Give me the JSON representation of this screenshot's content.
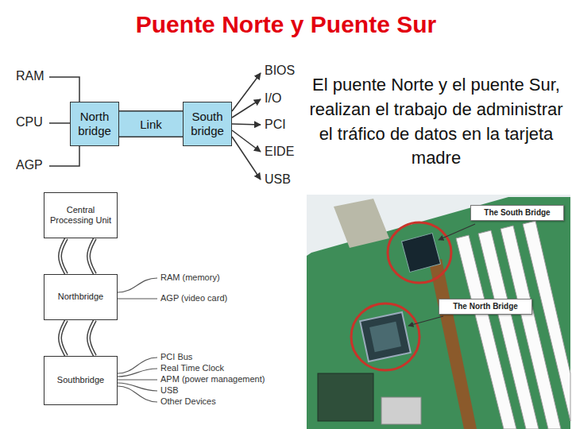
{
  "diagram": {
    "title": "Puente Norte y Puente Sur",
    "nodes": [
      {
        "text": [
          "North bridge"
        ]
      },
      {
        "text": [
          "South bridge"
        ]
      },
      {
        "text": [
          "Central Processing Unit"
        ]
      },
      {
        "text": [
          "Northbridge"
        ]
      },
      {
        "text": [
          "Southbridge"
        ]
      }
    ],
    "edges": [
      {
        "from": 0,
        "to": 1,
        "arrow": "none",
        "label": "Link"
      },
      {
        "from": 2,
        "to": 3,
        "arrow": "none"
      },
      {
        "from": 3,
        "to": 4,
        "arrow": "none"
      }
    ],
    "labels": [
      "RAM",
      "CPU",
      "AGP",
      "BIOS",
      "I/O",
      "PCI",
      "EIDE",
      "USB",
      "El puente Norte y el puente Sur, realizan el trabajo de administrar el tráfico de datos en la tarjeta madre",
      "RAM (memory)",
      "AGP (video card)",
      "PCI Bus",
      "Real Time Clock",
      "APM (power management)",
      "USB",
      "Other Devices",
      "The South Bridge",
      "The North Bridge"
    ]
  }
}
